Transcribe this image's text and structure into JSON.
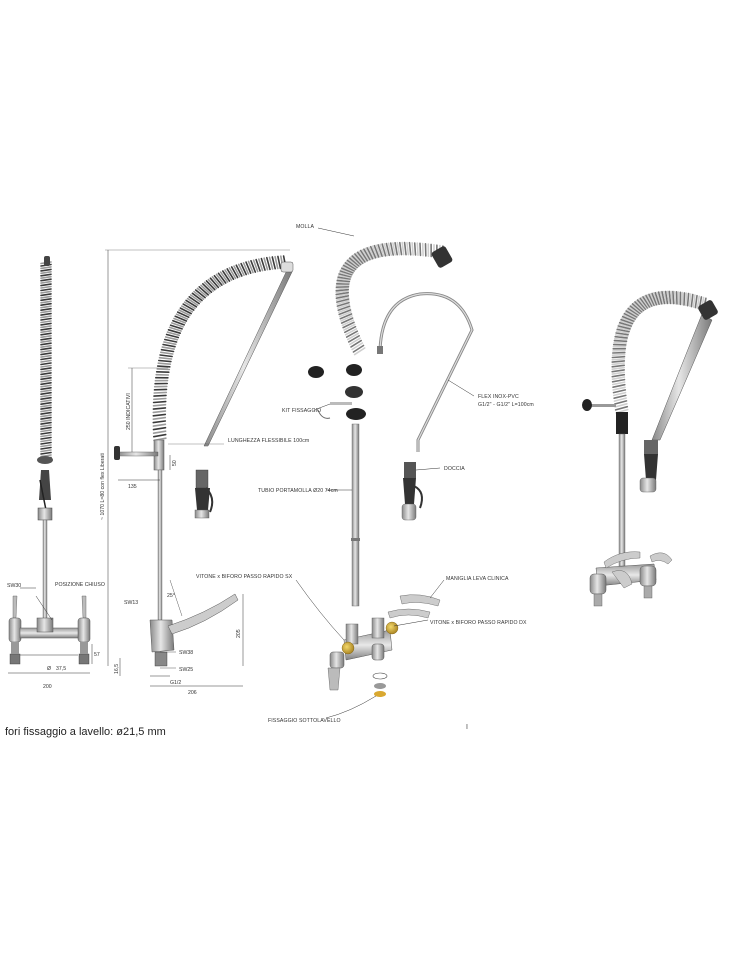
{
  "labels": {
    "molla": "MOLLA",
    "kit_fissaggio": "KIT FISSAGGIO",
    "flex_line1": "FLEX INOX-PVC",
    "flex_line2": "G1/2\" - G1/2\" L=100cm",
    "doccia": "DOCCIA",
    "tubo_portamolla": "TUBIO PORTAMOLLA Ø20 74cm",
    "lunghezza_flessibile": "LUNGHEZZA FLESSIBILE 100cm",
    "vitone_sx": "VITONE x BIFORO PASSO RAPIDO SX",
    "vitone_dx": "VITONE x BIFORO PASSO RAPIDO DX",
    "maniglia": "MANIGLIA LEVA CLINICA",
    "fissaggio": "FISSAGGIO SOTTOLAVELLO",
    "posizione_chiuso": "POSIZIONE CHIUSO"
  },
  "dimensions": {
    "sw30": "SW30",
    "diameter_label": "Ø",
    "d375": "37,5",
    "d200": "200",
    "d57": "57",
    "d135": "135",
    "d50": "50",
    "d250": "250 INDICATIVI",
    "d1070": "~ 1070 L=80 con flex Liberati",
    "sw13": "SW13",
    "a25": "25°",
    "sw38": "SW38",
    "sw25": "SW25",
    "d165": "16,5",
    "g12": "G1/2",
    "d206": "206",
    "d205": "205"
  },
  "footer": {
    "note": "fori fissaggio a lavello: ø21,5 mm",
    "mark": "I"
  }
}
